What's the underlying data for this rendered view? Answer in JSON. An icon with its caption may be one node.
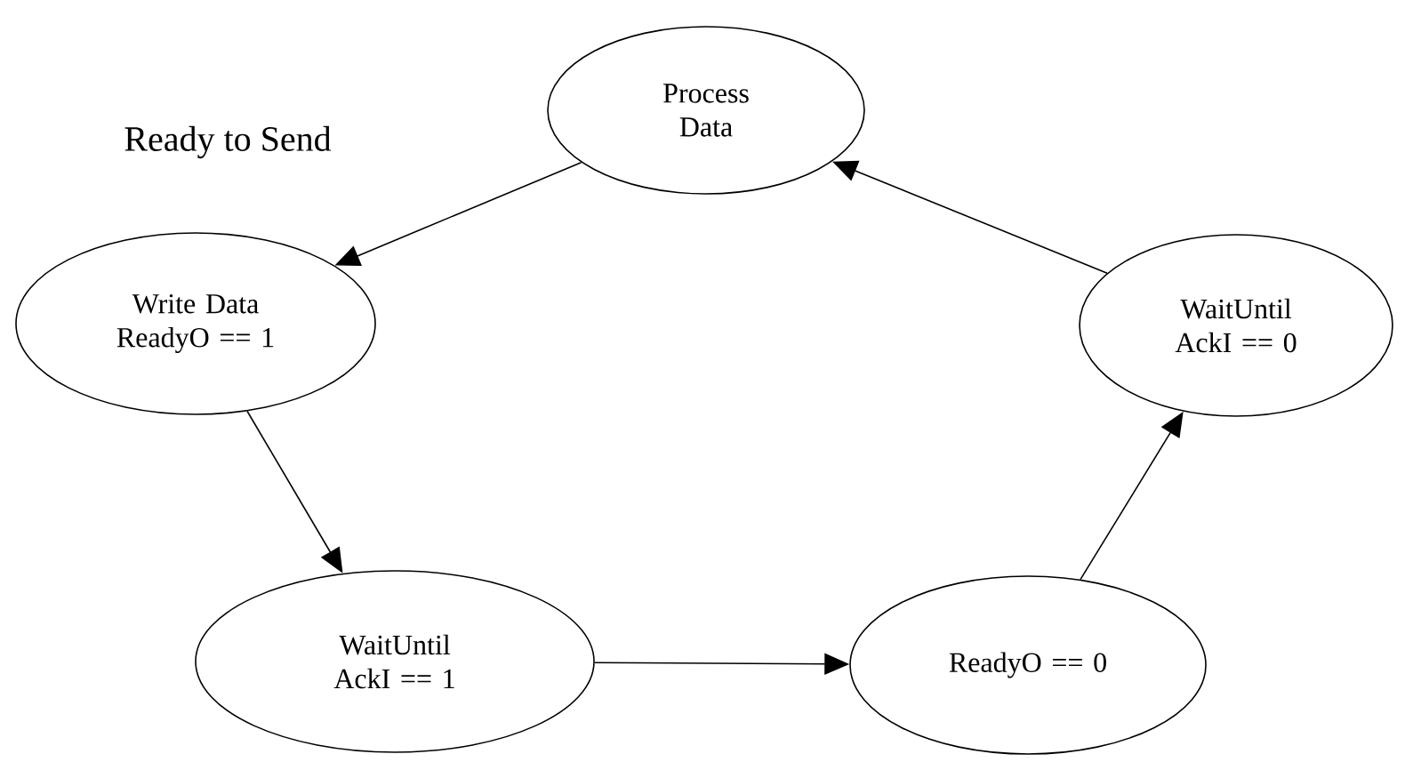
{
  "diagram": {
    "nodes": [
      {
        "text": [
          "Process Data"
        ]
      },
      {
        "text": [
          "Write Data ReadyO == 1"
        ]
      },
      {
        "text": [
          "WaitUntil AckI == 1"
        ]
      },
      {
        "text": [
          "ReadyO == 0"
        ]
      },
      {
        "text": [
          "WaitUntil AckI == 0"
        ]
      }
    ],
    "edges": [
      {
        "from": 0,
        "to": 1,
        "arrow": "to",
        "label": "Ready to Send"
      },
      {
        "from": 1,
        "to": 2,
        "arrow": "to"
      },
      {
        "from": 2,
        "to": 3,
        "arrow": "to"
      },
      {
        "from": 3,
        "to": 4,
        "arrow": "to"
      },
      {
        "from": 4,
        "to": 0,
        "arrow": "to"
      }
    ]
  }
}
